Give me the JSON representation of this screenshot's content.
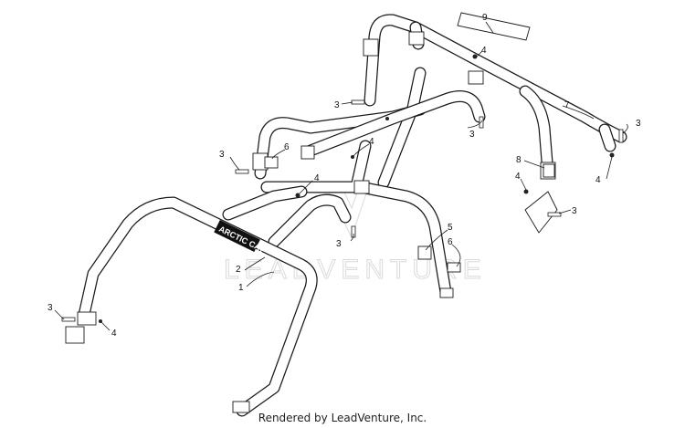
{
  "watermark": "LEADVENTURE",
  "brand_decal": "ARCTIC CAT",
  "footer": "Rendered by LeadVenture, Inc.",
  "callouts": [
    "1",
    "2",
    "3",
    "4",
    "5",
    "6",
    "7",
    "8",
    "9"
  ]
}
